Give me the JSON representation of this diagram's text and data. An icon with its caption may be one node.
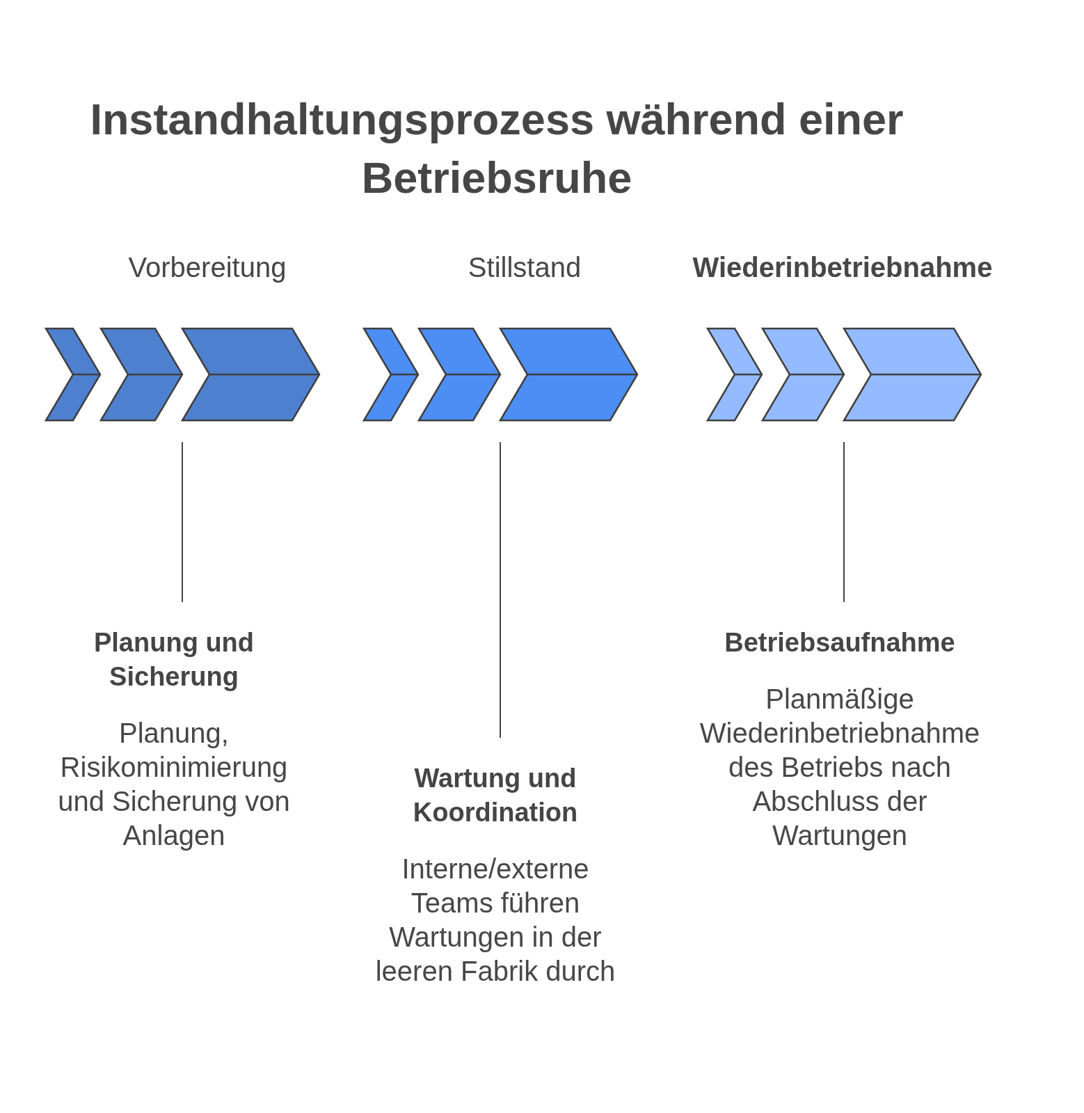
{
  "diagram": {
    "title": "Instandhaltungsprozess während einer Betriebsruhe",
    "nodes": [
      {
        "text": [
          "Vorbereitung"
        ]
      },
      {
        "text": [
          "Stillstand"
        ]
      },
      {
        "text": [
          "Wiederinbetriebnahme"
        ]
      },
      {
        "text": [
          "Planung und Sicherung",
          "Planung, Risikominimierung und Sicherung von Anlagen"
        ]
      },
      {
        "text": [
          "Wartung und Koordination",
          "Interne/externe Teams führen Wartungen in der leeren Fabrik durch"
        ]
      },
      {
        "text": [
          "Betriebsaufnahme",
          "Planmäßige Wiederinbetriebnahme des Betriebs nach Abschluss der Wartungen"
        ]
      }
    ],
    "edges": [
      {
        "from": 3,
        "to": 0,
        "arrow": "none"
      },
      {
        "from": 4,
        "to": 1,
        "arrow": "none"
      },
      {
        "from": 5,
        "to": 2,
        "arrow": "none"
      }
    ]
  }
}
